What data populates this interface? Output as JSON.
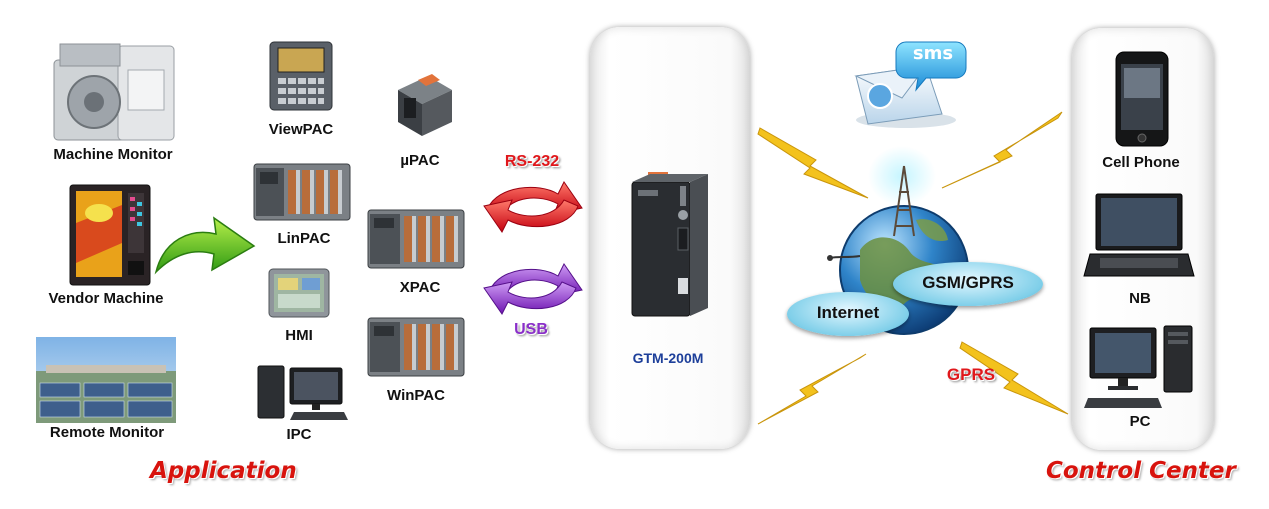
{
  "application_devices": {
    "machine_monitor": "Machine Monitor",
    "vendor_machine": "Vendor Machine",
    "remote_monitor": "Remote Monitor"
  },
  "controllers": {
    "viewpac": "ViewPAC",
    "linpac": "LinPAC",
    "hmi": "HMI",
    "ipc": "IPC",
    "upac": "µPAC",
    "xpac": "XPAC",
    "winpac": "WinPAC"
  },
  "links": {
    "rs232": "RS-232",
    "usb": "USB",
    "gprs": "GPRS"
  },
  "gateway": {
    "name": "GTM-200M"
  },
  "network": {
    "sms": "sms",
    "internet": "Internet",
    "gsm_gprs": "GSM/GPRS"
  },
  "control_center_devices": {
    "cell_phone": "Cell Phone",
    "nb": "NB",
    "pc": "PC"
  },
  "sections": {
    "application": "Application",
    "control_center": "Control Center"
  },
  "colors": {
    "section_title": "#d8130d",
    "rs232_arrow": "#e0171b",
    "usb_arrow": "#8a2ec9",
    "gateway_label": "#1d3f9a",
    "green_arrow": "#4dbb1e",
    "lightning": "#f3c21d"
  }
}
